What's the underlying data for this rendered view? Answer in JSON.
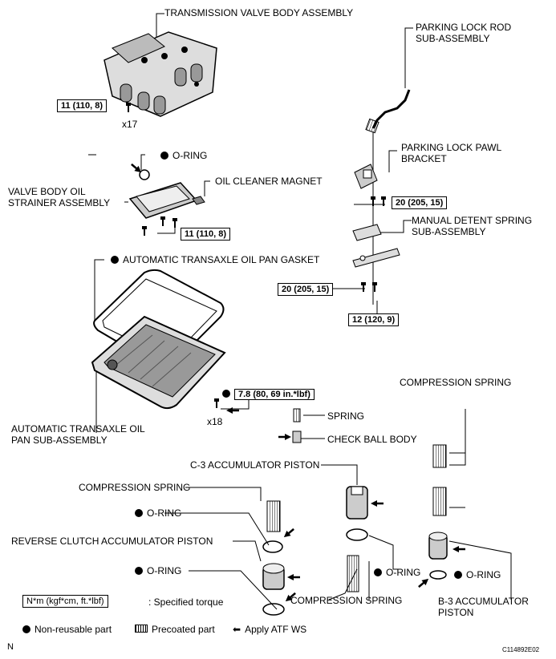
{
  "labels": {
    "valve_body": "TRANSMISSION VALVE BODY ASSEMBLY",
    "parking_rod": "PARKING LOCK ROD SUB-ASSEMBLY",
    "o_ring_top": "O-RING",
    "oil_cleaner_magnet": "OIL CLEANER MAGNET",
    "strainer": "VALVE BODY OIL STRAINER ASSEMBLY",
    "pawl_bracket": "PARKING LOCK PAWL BRACKET",
    "detent_spring": "MANUAL DETENT SPRING SUB-ASSEMBLY",
    "pan_gasket": "AUTOMATIC TRANSAXLE OIL PAN GASKET",
    "oil_pan": "AUTOMATIC TRANSAXLE OIL PAN SUB-ASSEMBLY",
    "compression_spring_right": "COMPRESSION SPRING",
    "spring": "SPRING",
    "check_ball": "CHECK BALL BODY",
    "c3_piston": "C-3 ACCUMULATOR PISTON",
    "compression_spring_left": "COMPRESSION SPRING",
    "o_ring_left1": "O-RING",
    "reverse_piston": "REVERSE CLUTCH ACCUMULATOR PISTON",
    "o_ring_left2": "O-RING",
    "o_ring_mid": "O-RING",
    "o_ring_right": "O-RING",
    "compression_spring_mid": "COMPRESSION SPRING",
    "b3_piston": "B-3 ACCUMULATOR PISTON"
  },
  "torques": {
    "t1": "11 (110, 8)",
    "t2": "11 (110, 8)",
    "t3": "20 (205, 15)",
    "t4": "20 (205, 15)",
    "t5": "12 (120, 9)",
    "t6": "7.8 (80, 69 in.*lbf)"
  },
  "counts": {
    "x17": "x17",
    "x18": "x18"
  },
  "legend": {
    "torque_key": "N*m (kgf*cm, ft.*lbf)",
    "torque_desc": ": Specified torque",
    "non_reusable": "Non-reusable part",
    "precoated": "Precoated part",
    "apply_atf": "Apply ATF WS"
  },
  "footer": {
    "left_code": "N",
    "right_code": "C114892E02"
  }
}
